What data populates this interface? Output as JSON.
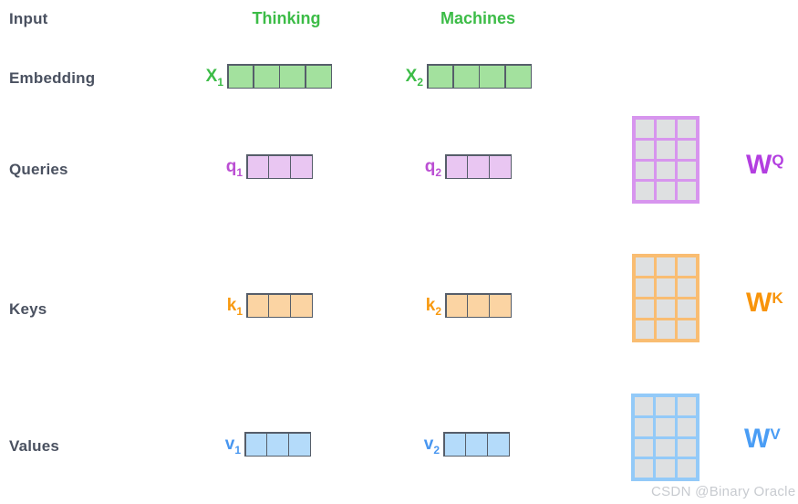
{
  "colors": {
    "background": "#ffffff",
    "label_text": "#4a5160",
    "green_text": "#3cbc47",
    "green_fill": "#a3e19e",
    "purple_text": "#bb4fd3",
    "purple_fill": "#e9c6f2",
    "purple_matrix": "#d795ee",
    "purple_w": "#b33ee0",
    "orange_text": "#f8990f",
    "orange_fill": "#fbd4a3",
    "orange_matrix": "#f9bd72",
    "orange_w": "#f8940a",
    "blue_text": "#4896f0",
    "blue_fill": "#b4dbfa",
    "blue_matrix": "#93caf8",
    "blue_w": "#4a9df5",
    "cell_gray": "#dee0e1",
    "vector_border": "#565e6a",
    "watermark_text": "#c8cbd0"
  },
  "rows": {
    "input": {
      "label": "Input",
      "words": [
        "Thinking",
        "Machines"
      ]
    },
    "embedding": {
      "label": "Embedding",
      "vectors": [
        {
          "name": "X",
          "sub": "1",
          "cells": 4
        },
        {
          "name": "X",
          "sub": "2",
          "cells": 4
        }
      ]
    },
    "queries": {
      "label": "Queries",
      "vectors": [
        {
          "name": "q",
          "sub": "1",
          "cells": 3
        },
        {
          "name": "q",
          "sub": "2",
          "cells": 3
        }
      ],
      "matrix": {
        "rows": 4,
        "cols": 3
      },
      "w_label": {
        "base": "W",
        "sup": "Q"
      }
    },
    "keys": {
      "label": "Keys",
      "vectors": [
        {
          "name": "k",
          "sub": "1",
          "cells": 3
        },
        {
          "name": "k",
          "sub": "2",
          "cells": 3
        }
      ],
      "matrix": {
        "rows": 4,
        "cols": 3
      },
      "w_label": {
        "base": "W",
        "sup": "K"
      }
    },
    "values": {
      "label": "Values",
      "vectors": [
        {
          "name": "v",
          "sub": "1",
          "cells": 3
        },
        {
          "name": "v",
          "sub": "2",
          "cells": 3
        }
      ],
      "matrix": {
        "rows": 4,
        "cols": 3
      },
      "w_label": {
        "base": "W",
        "sup": "V"
      }
    }
  },
  "watermark": "CSDN @Binary Oracle"
}
